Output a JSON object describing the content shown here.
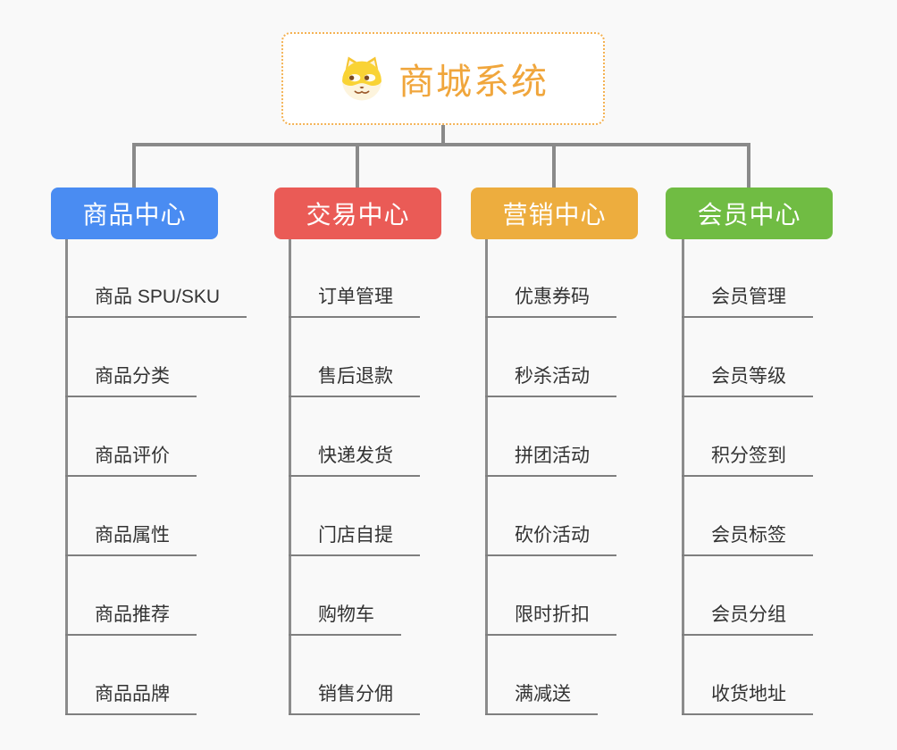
{
  "page": {
    "background_color": "#f9f9f9",
    "connector_color": "#8a8a8a",
    "leaf_line_color": "#7f7f7f",
    "leaf_text_color": "#333333"
  },
  "root": {
    "title": "商城系统",
    "icon": "shiba-dog-icon",
    "border_color": "#f4b254",
    "text_color": "#f0a63c"
  },
  "branches": [
    {
      "label": "商品中心",
      "color": "#4a8cf2",
      "children": [
        "商品 SPU/SKU",
        "商品分类",
        "商品评价",
        "商品属性",
        "商品推荐",
        "商品品牌"
      ]
    },
    {
      "label": "交易中心",
      "color": "#ea5b56",
      "children": [
        "订单管理",
        "售后退款",
        "快递发货",
        "门店自提",
        "购物车",
        "销售分佣"
      ]
    },
    {
      "label": "营销中心",
      "color": "#edad3e",
      "children": [
        "优惠券码",
        "秒杀活动",
        "拼团活动",
        "砍价活动",
        "限时折扣",
        "满减送"
      ]
    },
    {
      "label": "会员中心",
      "color": "#70bc43",
      "children": [
        "会员管理",
        "会员等级",
        "积分签到",
        "会员标签",
        "会员分组",
        "收货地址"
      ]
    }
  ]
}
